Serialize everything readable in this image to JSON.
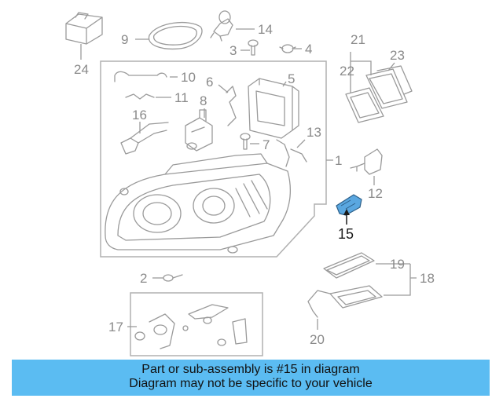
{
  "callouts": {
    "c1": "1",
    "c2": "2",
    "c3": "3",
    "c4": "4",
    "c5": "5",
    "c6": "6",
    "c7": "7",
    "c8": "8",
    "c9": "9",
    "c10": "10",
    "c11": "11",
    "c12": "12",
    "c13": "13",
    "c14": "14",
    "c15": "15",
    "c16": "16",
    "c17": "17",
    "c18": "18",
    "c19": "19",
    "c20": "20",
    "c21": "21",
    "c22": "22",
    "c23": "23",
    "c24": "24"
  },
  "highlight": {
    "part_number": "15",
    "color": "#5aa7e0"
  },
  "banner": {
    "line1": "Part or sub-assembly is #15 in diagram",
    "line2": "Diagram may not be specific to your vehicle",
    "color": "#5bbcf2"
  }
}
